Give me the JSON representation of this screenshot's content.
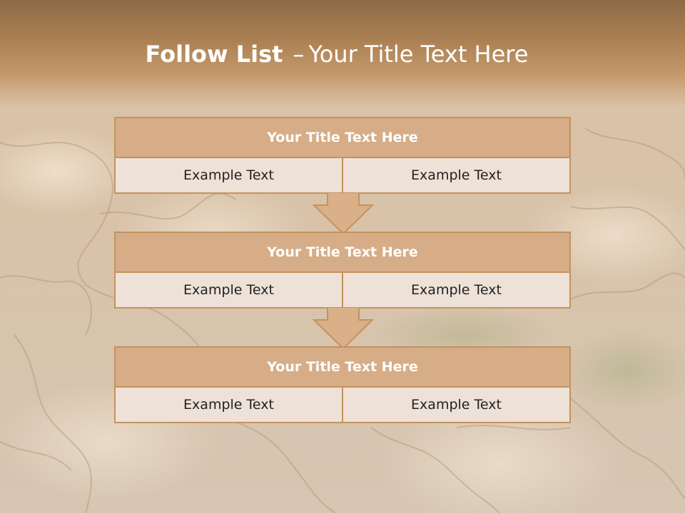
{
  "slide": {
    "title_bold": "Follow List",
    "title_separator": "–",
    "title_rest": "Your Title Text Here"
  },
  "steps": [
    {
      "title": "Your Title Text Here",
      "cells": [
        "Example Text",
        "Example Text"
      ]
    },
    {
      "title": "Your Title Text Here",
      "cells": [
        "Example Text",
        "Example Text"
      ]
    },
    {
      "title": "Your Title Text Here",
      "cells": [
        "Example Text",
        "Example Text"
      ]
    }
  ],
  "colors": {
    "header_band": "#a97f52",
    "box_title_fill": "#d6ad87",
    "box_cell_fill": "#eee1d8",
    "box_border": "#c3935e",
    "arrow_fill": "#d9b088"
  }
}
